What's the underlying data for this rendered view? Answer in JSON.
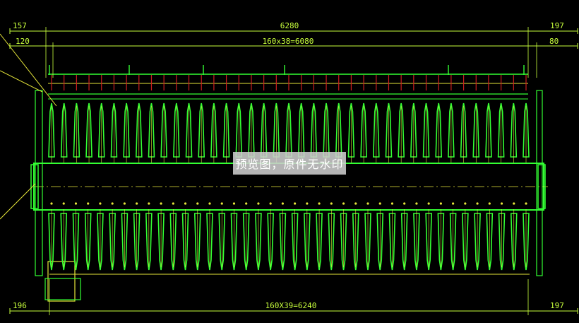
{
  "colors": {
    "background": "#000000",
    "dimension": "#c8ff3c",
    "tooth": "#33ff33",
    "rod": "#cc1f1f",
    "chain": "#e6e63a",
    "watermark_bg": "#cdcdcd"
  },
  "dimensions": {
    "top_total": "6280",
    "top_left_outer": "157",
    "top_left_inner": "120",
    "top_pitch": "160x38=6080",
    "top_right_outer": "197",
    "top_right_inner": "80",
    "bottom_left": "196",
    "bottom_pitch": "160X39=6240",
    "bottom_right": "197"
  },
  "teeth": {
    "upper_count": 39,
    "lower_count": 40
  },
  "watermark_text": "预览图，原件无水印"
}
